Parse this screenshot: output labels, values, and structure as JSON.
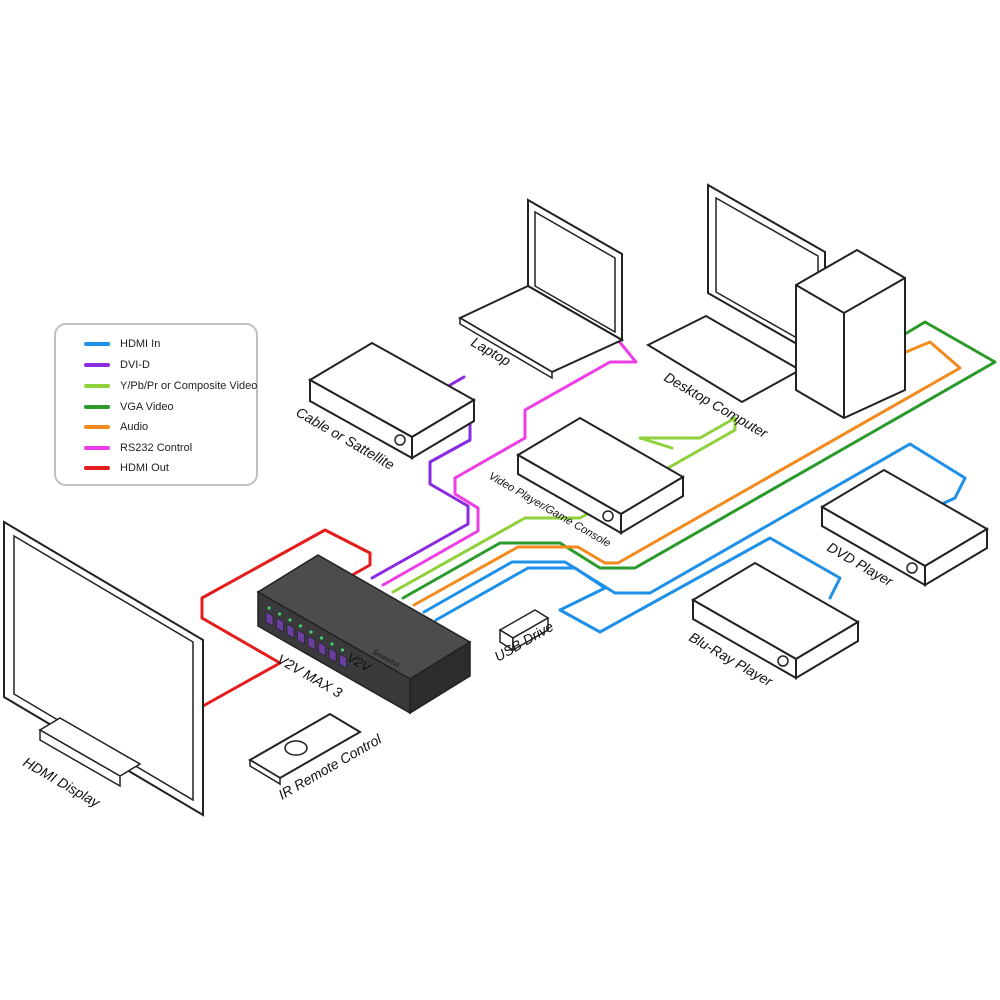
{
  "legend": {
    "items": [
      {
        "label": "HDMI In",
        "color": "#1e90e8"
      },
      {
        "label": "DVI-D",
        "color": "#8a2be2"
      },
      {
        "label": "Y/Pb/Pr or Composite Video",
        "color": "#8fd13a"
      },
      {
        "label": "VGA Video",
        "color": "#2a9a2a"
      },
      {
        "label": "Audio",
        "color": "#f28a1e"
      },
      {
        "label": "RS232 Control",
        "color": "#ee3ce6"
      },
      {
        "label": "HDMI Out",
        "color": "#e31c1c"
      }
    ]
  },
  "devices": {
    "laptop": "Laptop",
    "desktop": "Desktop Computer",
    "cable": "Cable or Sattellite",
    "videoplayer": "Video Player/Game Console",
    "dvd": "DVD Player",
    "bluray": "Blu-Ray Player",
    "usb": "USB Drive",
    "switcher": "V2V MAX 3",
    "remote": "IR Remote Control",
    "display": "HDMI Display"
  },
  "switcher_face": {
    "brand": "SmartAVI",
    "model": "V2V"
  }
}
